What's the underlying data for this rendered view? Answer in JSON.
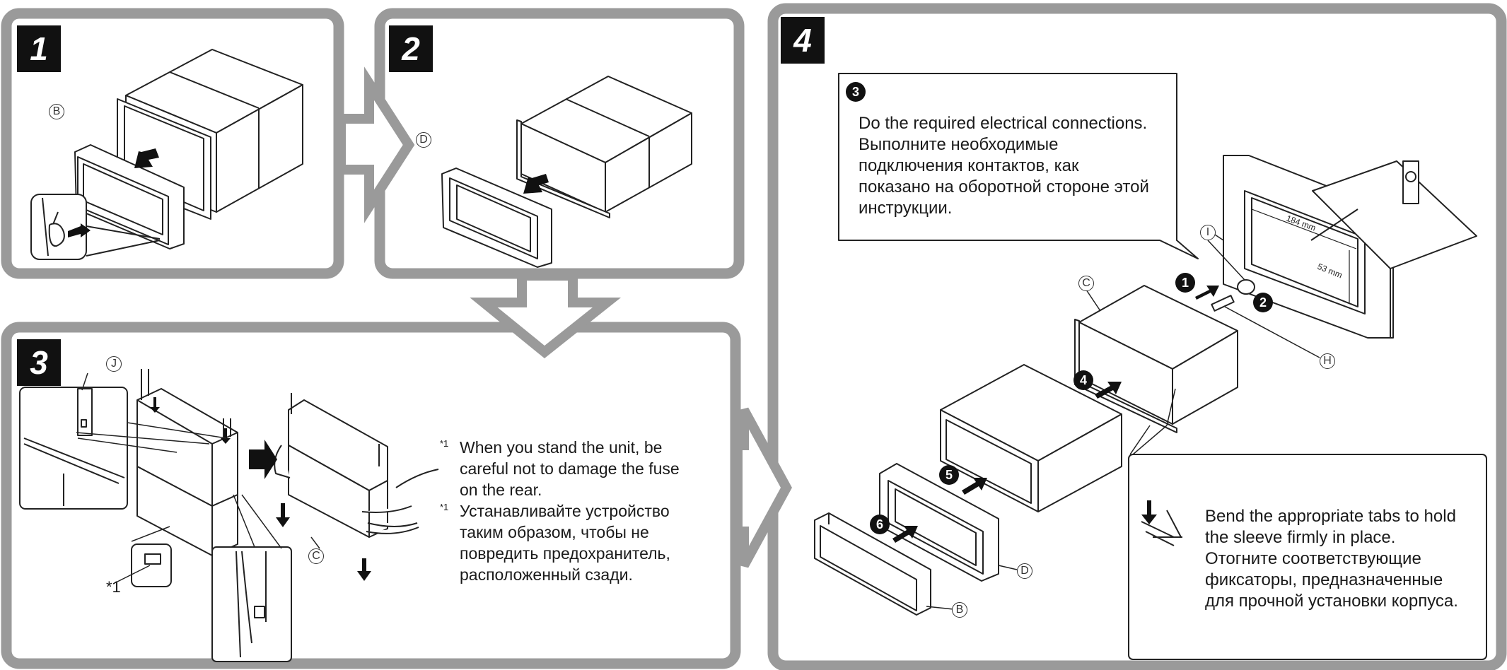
{
  "steps": [
    "1",
    "2",
    "3",
    "4"
  ],
  "part_labels": {
    "b": "B",
    "c": "C",
    "d": "D",
    "h": "H",
    "i": "I",
    "j": "J"
  },
  "step3": {
    "footnote_ref": "*1",
    "notes": [
      {
        "mark": "*1",
        "lines": [
          "When you stand the unit, be",
          "careful not to damage the fuse",
          "on the rear."
        ]
      },
      {
        "mark": "*1",
        "lines": [
          "Устанавливайте устройство",
          "таким образом, чтобы не",
          "повредить предохранитель,",
          "расположенный сзади."
        ]
      }
    ]
  },
  "step4": {
    "callout_num": "3",
    "callout_lines": [
      "Do the required electrical connections.",
      "Выполните необходимые",
      "подключения контактов, как",
      "показано на оборотной стороне этой",
      "инструкции."
    ],
    "bend_lines": [
      "Bend the appropriate tabs to hold",
      "the sleeve firmly in place.",
      "Отогните соответствующие",
      "фиксаторы, предназначенные",
      "для прочной установки корпуса."
    ],
    "dim_width": "184 mm",
    "dim_height": "53 mm",
    "order": [
      "1",
      "2",
      "4",
      "5",
      "6"
    ]
  },
  "colors": {
    "frame": "#9a9a9a",
    "badge": "#111111",
    "line": "#222222"
  }
}
